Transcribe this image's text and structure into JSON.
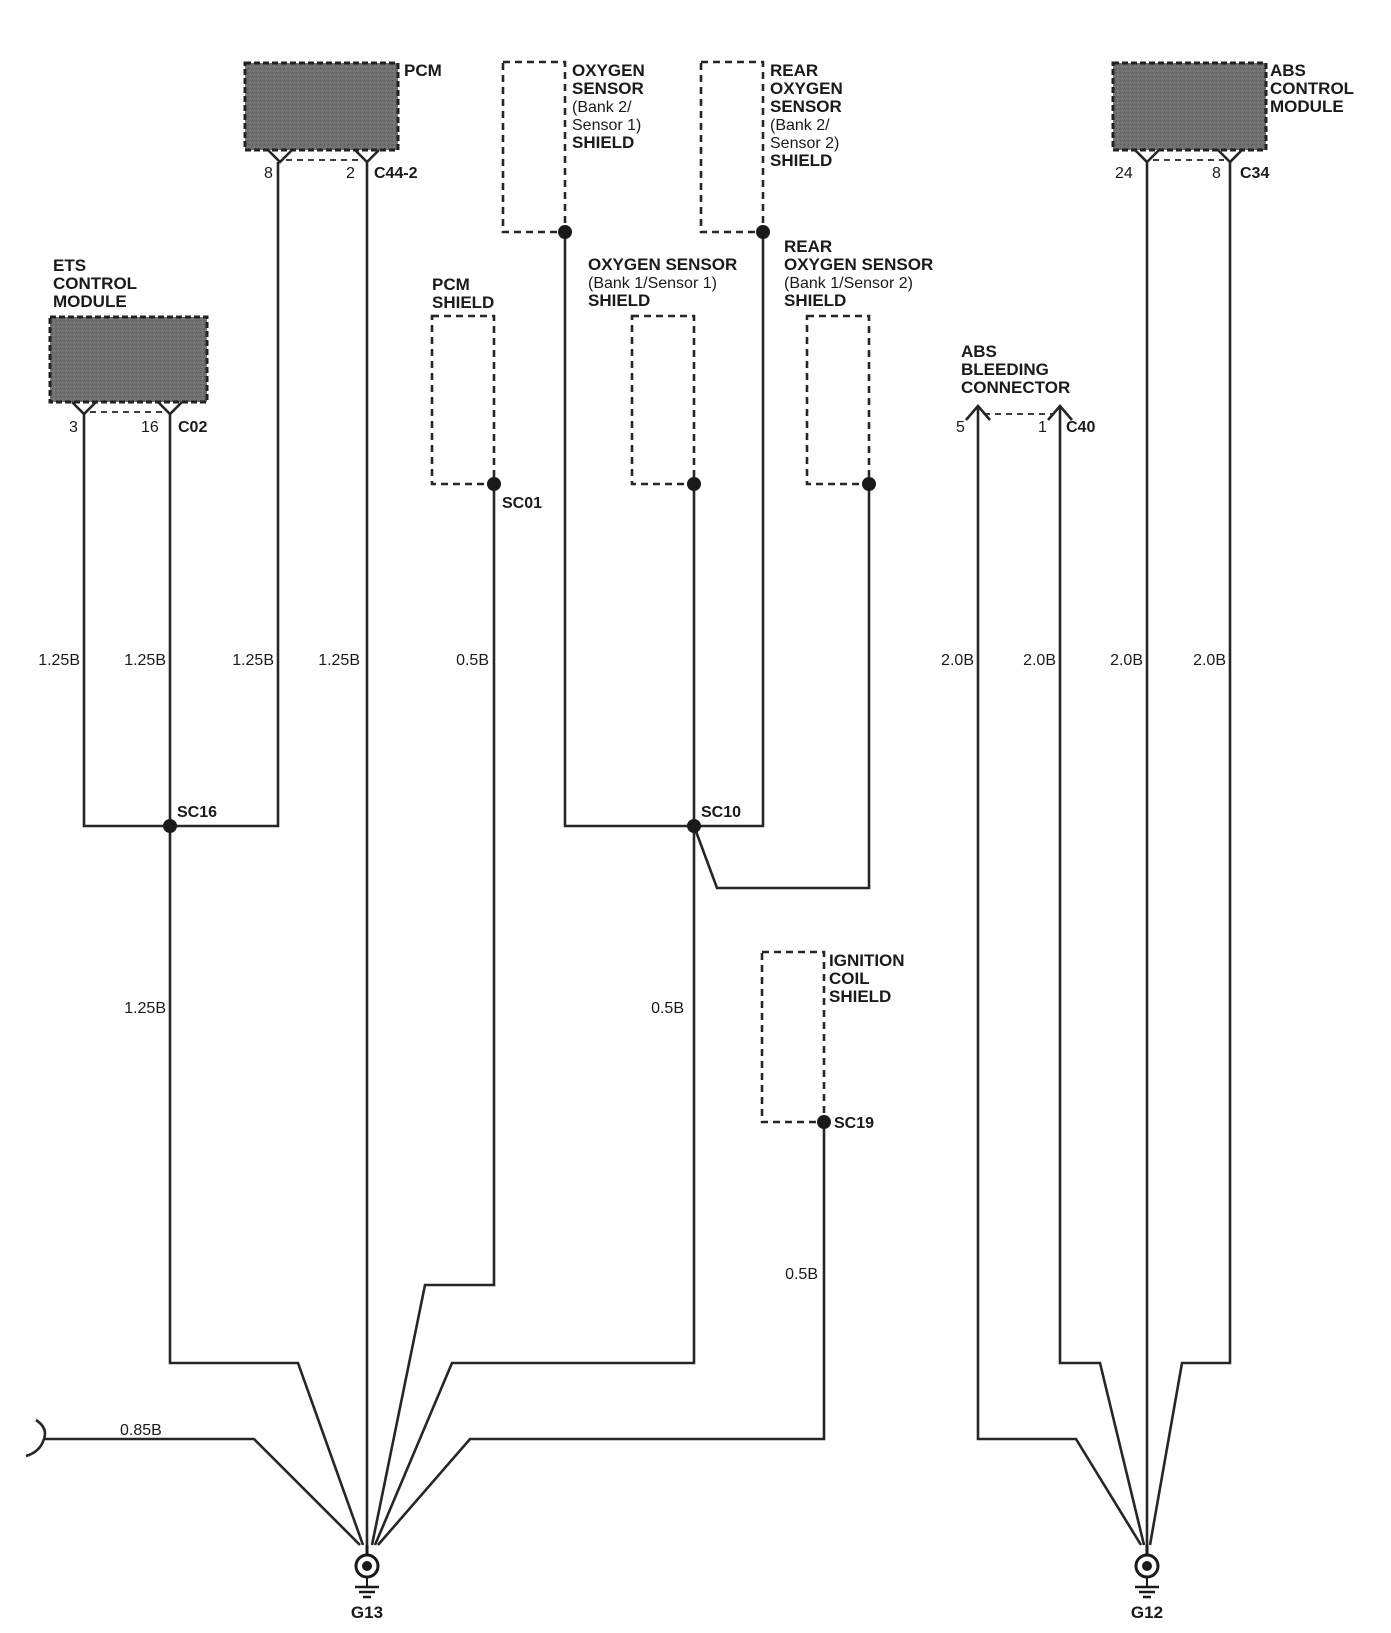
{
  "components": {
    "pcm": "PCM",
    "ets_control_module": [
      "ETS",
      "CONTROL",
      "MODULE"
    ],
    "abs_control_module": [
      "ABS",
      "CONTROL",
      "MODULE"
    ],
    "pcm_shield": [
      "PCM",
      "SHIELD"
    ],
    "oxygen_sensor_b2s1": {
      "title": [
        "OXYGEN",
        "SENSOR"
      ],
      "sub": [
        "(Bank 2/",
        "Sensor 1)"
      ],
      "shield": "SHIELD"
    },
    "rear_oxygen_sensor_b2s2": {
      "title": [
        "REAR",
        "OXYGEN",
        "SENSOR"
      ],
      "sub": [
        "(Bank 2/",
        "Sensor 2)"
      ],
      "shield": "SHIELD"
    },
    "oxygen_sensor_b1s1": {
      "title": "OXYGEN SENSOR",
      "sub": "(Bank 1/Sensor 1)",
      "shield": "SHIELD"
    },
    "rear_oxygen_sensor_b1s2": {
      "title": [
        "REAR",
        "OXYGEN SENSOR"
      ],
      "sub": "(Bank 1/Sensor 2)",
      "shield": "SHIELD"
    },
    "abs_bleeding_connector": [
      "ABS",
      "BLEEDING",
      "CONNECTOR"
    ],
    "ignition_coil_shield": [
      "IGNITION",
      "COIL",
      "SHIELD"
    ]
  },
  "connectors": {
    "pcm": {
      "id": "C44-2",
      "pins": [
        "8",
        "2"
      ]
    },
    "ets": {
      "id": "C02",
      "pins": [
        "3",
        "16"
      ]
    },
    "abs": {
      "id": "C34",
      "pins": [
        "24",
        "8"
      ]
    },
    "abs_bleed": {
      "id": "C40",
      "pins": [
        "5",
        "1"
      ]
    }
  },
  "splices": [
    "SC16",
    "SC01",
    "SC10",
    "SC19"
  ],
  "wires": {
    "ets_pin3": "1.25B",
    "ets_pin16": "1.25B",
    "pcm_pin8": "1.25B",
    "pcm_pin2": "1.25B",
    "pcm_shield": "0.5B",
    "sc16_out": "1.25B",
    "sc10_out": "0.5B",
    "sc19_out": "0.5B",
    "external": "0.85B",
    "abs_bleed_pin5": "2.0B",
    "abs_bleed_pin1": "2.0B",
    "abs_pin24": "2.0B",
    "abs_pin8": "2.0B"
  },
  "grounds": [
    "G13",
    "G12"
  ],
  "colors": {
    "ink": "#1a1a1a",
    "module_fill": "#6e6e6e",
    "background": "#ffffff"
  }
}
